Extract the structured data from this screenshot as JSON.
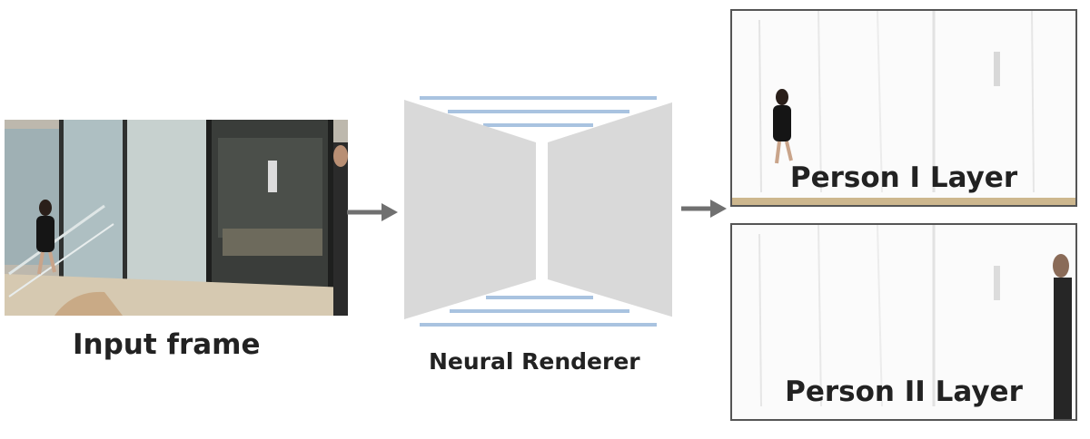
{
  "input": {
    "label": "Input frame"
  },
  "renderer": {
    "label": "Neural Renderer"
  },
  "layers": [
    {
      "label": "Person I Layer"
    },
    {
      "label": "Person II Layer"
    }
  ],
  "colors": {
    "arrow": "#707070",
    "renderer_shape": "#d9d9d9",
    "renderer_lines": "#a9c3e0",
    "panel_border": "#555555",
    "label_text": "#222222"
  }
}
